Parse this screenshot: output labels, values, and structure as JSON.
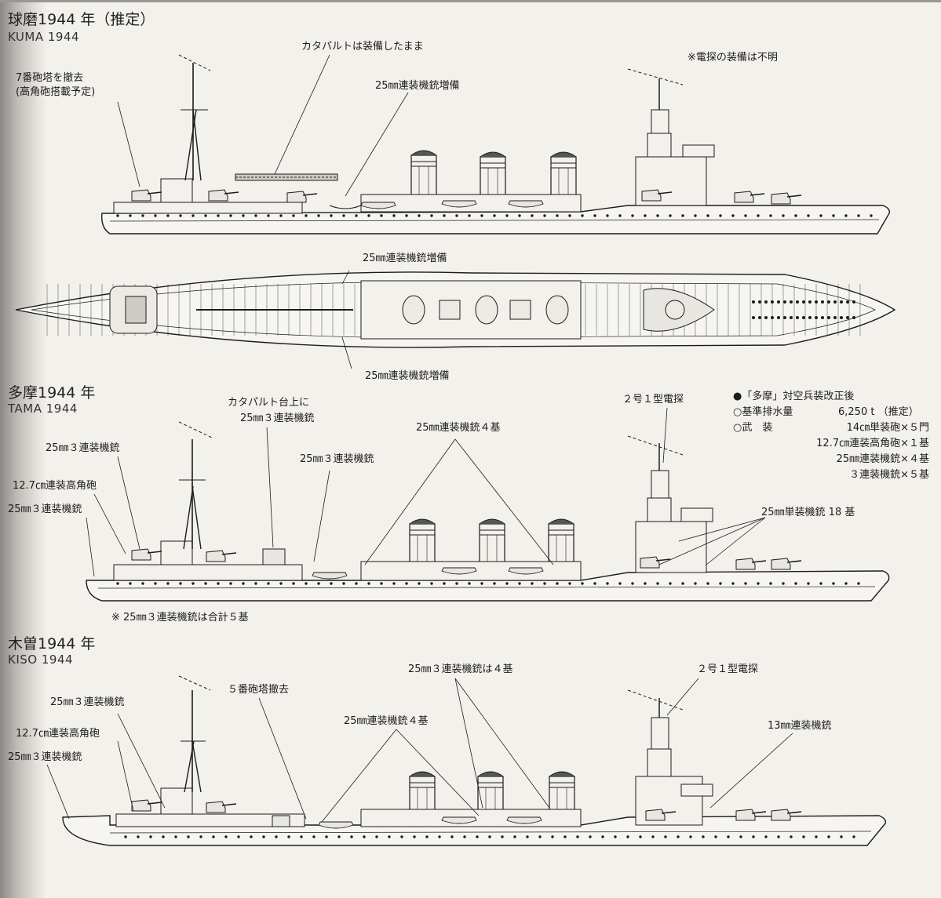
{
  "ship1": {
    "title": "球磨1944 年（推定）",
    "subtitle": "KUMA 1944",
    "notes": {
      "catapult": "カタパルトは装備したまま",
      "radar_unknown": "※電探の装備は不明",
      "turret7_line1": "7番砲塔を撤去",
      "turret7_line2": "(高角砲搭載予定)",
      "aa_added": "25㎜連装機銃増備"
    }
  },
  "plan": {
    "label_top": "25㎜連装機銃増備",
    "label_bottom": "25㎜連装機銃増備"
  },
  "ship2": {
    "title": "多摩1944 年",
    "subtitle": "TAMA 1944",
    "notes": {
      "catapult_line1": "カタパルト台上に",
      "catapult_line2": "25㎜３連装機銃",
      "triple_aa_stern": "25㎜３連装機銃",
      "ha_gun": "12.7㎝連装高角砲",
      "triple_aa_stern2": "25㎜３連装機銃",
      "triple_aa_mid": "25㎜３連装機銃",
      "twin_aa_4": "25㎜連装機銃４基",
      "radar": "２号１型電探",
      "single_aa_18": "25㎜単装機銃 18 基",
      "footnote": "※ 25㎜３連装機銃は合計５基"
    },
    "spec": {
      "heading": "●「多摩」対空兵装改正後",
      "displacement_label": "○基準排水量",
      "displacement_value": "6,250 t （推定）",
      "armament_label": "○武　装",
      "arm1": "14㎝単装砲×５門",
      "arm2": "12.7㎝連装高角砲×１基",
      "arm3": "25㎜連装機銃×４基",
      "arm4": "３連装機銃×５基"
    }
  },
  "ship3": {
    "title": "木曽1944 年",
    "subtitle": "KISO 1944",
    "notes": {
      "triple_aa_a": "25㎜３連装機銃",
      "ha_gun": "12.7㎝連装高角砲",
      "triple_aa_b": "25㎜３連装機銃",
      "turret5": "５番砲塔撤去",
      "twin_aa_4": "25㎜連装機銃４基",
      "triple_aa_4": "25㎜３連装機銃は４基",
      "radar": "２号１型電探",
      "mg13": "13㎜連装機銃"
    }
  },
  "colors": {
    "ink": "#1c1c1c",
    "paper": "#f3f1ec"
  }
}
